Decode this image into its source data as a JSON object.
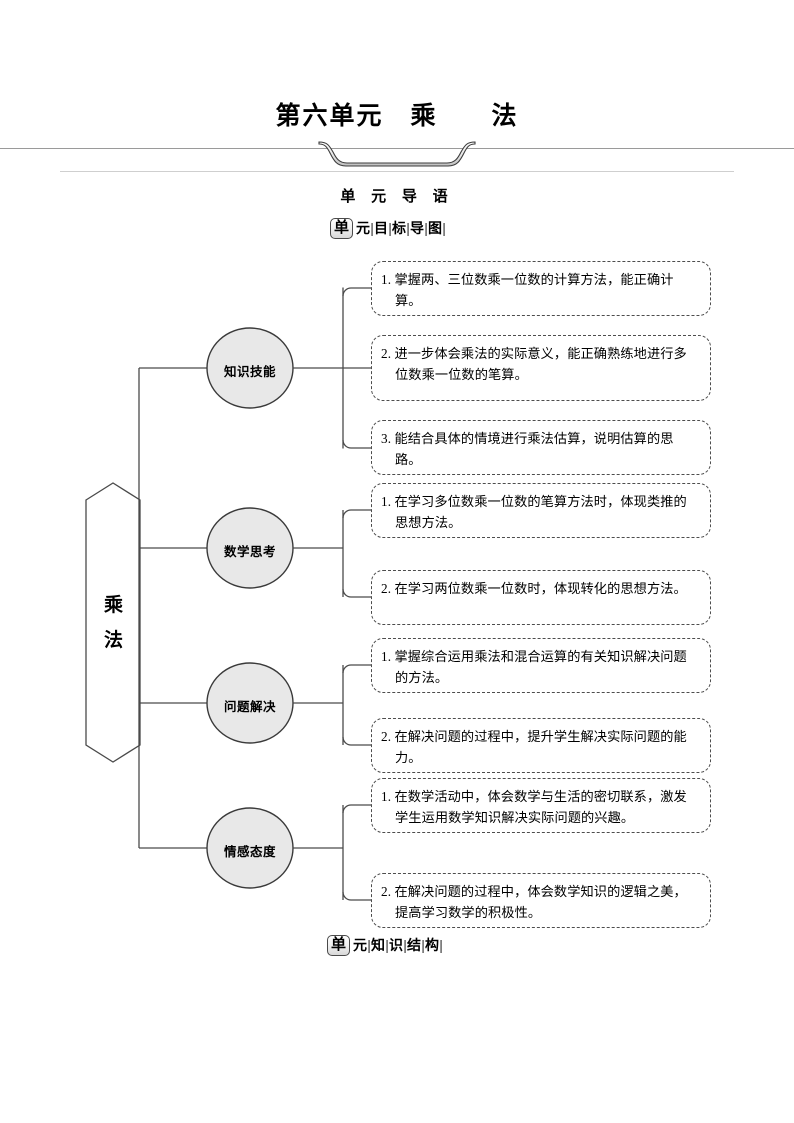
{
  "document": {
    "unit_title": "第六单元　乘　　法",
    "section_heading": "单 元 导 语"
  },
  "objective_heading": {
    "lead": "单",
    "rest": [
      "元",
      "目",
      "标",
      "导",
      "图"
    ]
  },
  "structure_heading": {
    "lead": "单",
    "rest": [
      "元",
      "知",
      "识",
      "结",
      "构"
    ]
  },
  "mindmap": {
    "root": {
      "chars": [
        "乘",
        "法"
      ]
    },
    "branches": [
      {
        "label": "知识技能",
        "items": [
          "1. 掌握两、三位数乘一位数的计算方法，能正确计算。",
          "2. 进一步体会乘法的实际意义，能正确熟练地进行多位数乘一位数的笔算。",
          "3. 能结合具体的情境进行乘法估算，说明估算的思路。"
        ]
      },
      {
        "label": "数学思考",
        "items": [
          "1. 在学习多位数乘一位数的笔算方法时，体现类推的思想方法。",
          "2. 在学习两位数乘一位数时，体现转化的思想方法。"
        ]
      },
      {
        "label": "问题解决",
        "items": [
          "1. 掌握综合运用乘法和混合运算的有关知识解决问题的方法。",
          "2. 在解决问题的过程中，提升学生解决实际问题的能力。"
        ]
      },
      {
        "label": "情感态度",
        "items": [
          "1. 在数学活动中，体会数学与生活的密切联系，激发学生运用数学知识解决实际问题的兴趣。",
          "2. 在解决问题的过程中，体会数学知识的逻辑之美，提高学习数学的积极性。"
        ]
      }
    ]
  },
  "colors": {
    "line": "#4a4a4a",
    "node_fill": "#e8e8e8",
    "node_border": "#3a3a3a",
    "rule": "#9a9a9a"
  }
}
